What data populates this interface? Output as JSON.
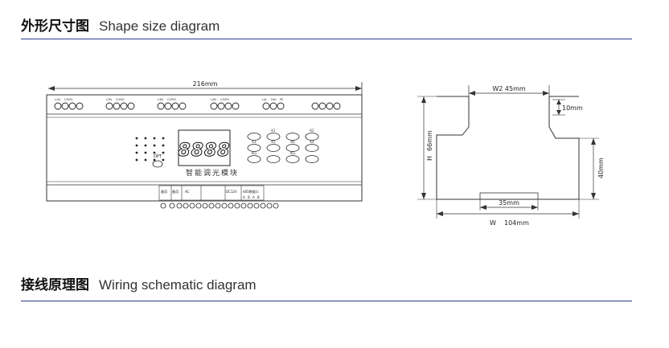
{
  "shape_section": {
    "title_cn": "外形尺寸图",
    "title_en": "Shape size diagram"
  },
  "wiring_section": {
    "title_cn": "接线原理图",
    "title_en": "Wiring schematic diagram"
  },
  "front_view": {
    "width_dim": "216mm",
    "terminal_labels_top": [
      "L1N",
      "COM1",
      "L2N",
      "COM2",
      "L3N",
      "COM3",
      "L4N",
      "COM4"
    ],
    "terminal_labels_mid": [
      "L4L",
      "NUL",
      "PE"
    ],
    "display_digits": "8888",
    "opt_label": "OPT",
    "key_labels": [
      "K1",
      "K2",
      "K3",
      "K4",
      "K5",
      "K6",
      "ALL",
      "ALL"
    ],
    "module_name": "智能调光模块",
    "bottom_labels": [
      "备用",
      "备用",
      "AC",
      "DC12V",
      "485数据口"
    ],
    "bottom_sub": [
      "A",
      "B",
      "A",
      "B"
    ]
  },
  "side_view": {
    "w2": "W2 45mm",
    "h10": "10mm",
    "h": "H",
    "h66": "66mm",
    "h40": "40mm",
    "d35": "35mm",
    "w": "W",
    "w104": "104mm"
  }
}
